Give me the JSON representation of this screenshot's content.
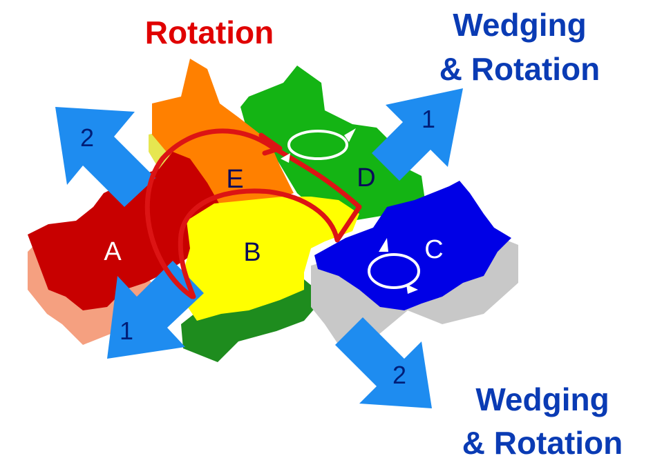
{
  "titles": {
    "rotation": "Rotation",
    "wedging_top_line1": "Wedging",
    "wedging_top_line2": "& Rotation",
    "wedging_bottom_line1": "Wedging",
    "wedging_bottom_line2": "& Rotation"
  },
  "blocks": {
    "a": "A",
    "b": "B",
    "c": "C",
    "d": "D",
    "e": "E"
  },
  "arrows": {
    "upper_left": "2",
    "lower_left": "1",
    "upper_right": "1",
    "lower_right": "2"
  },
  "colors": {
    "title_red": "#e00000",
    "title_blue": "#0a3bb4",
    "block_a": "#c80000",
    "block_a_shadow": "#f5a080",
    "block_b": "#ffff00",
    "block_b_shadow": "#1e8c1e",
    "block_c": "#0000e6",
    "block_c_shadow": "#c8c8c8",
    "block_d": "#14b414",
    "block_e": "#ff8000",
    "block_e_shadow": "#e6e650",
    "arrow_blue": "#1e8cf0",
    "rotation_path": "#dc1414"
  }
}
